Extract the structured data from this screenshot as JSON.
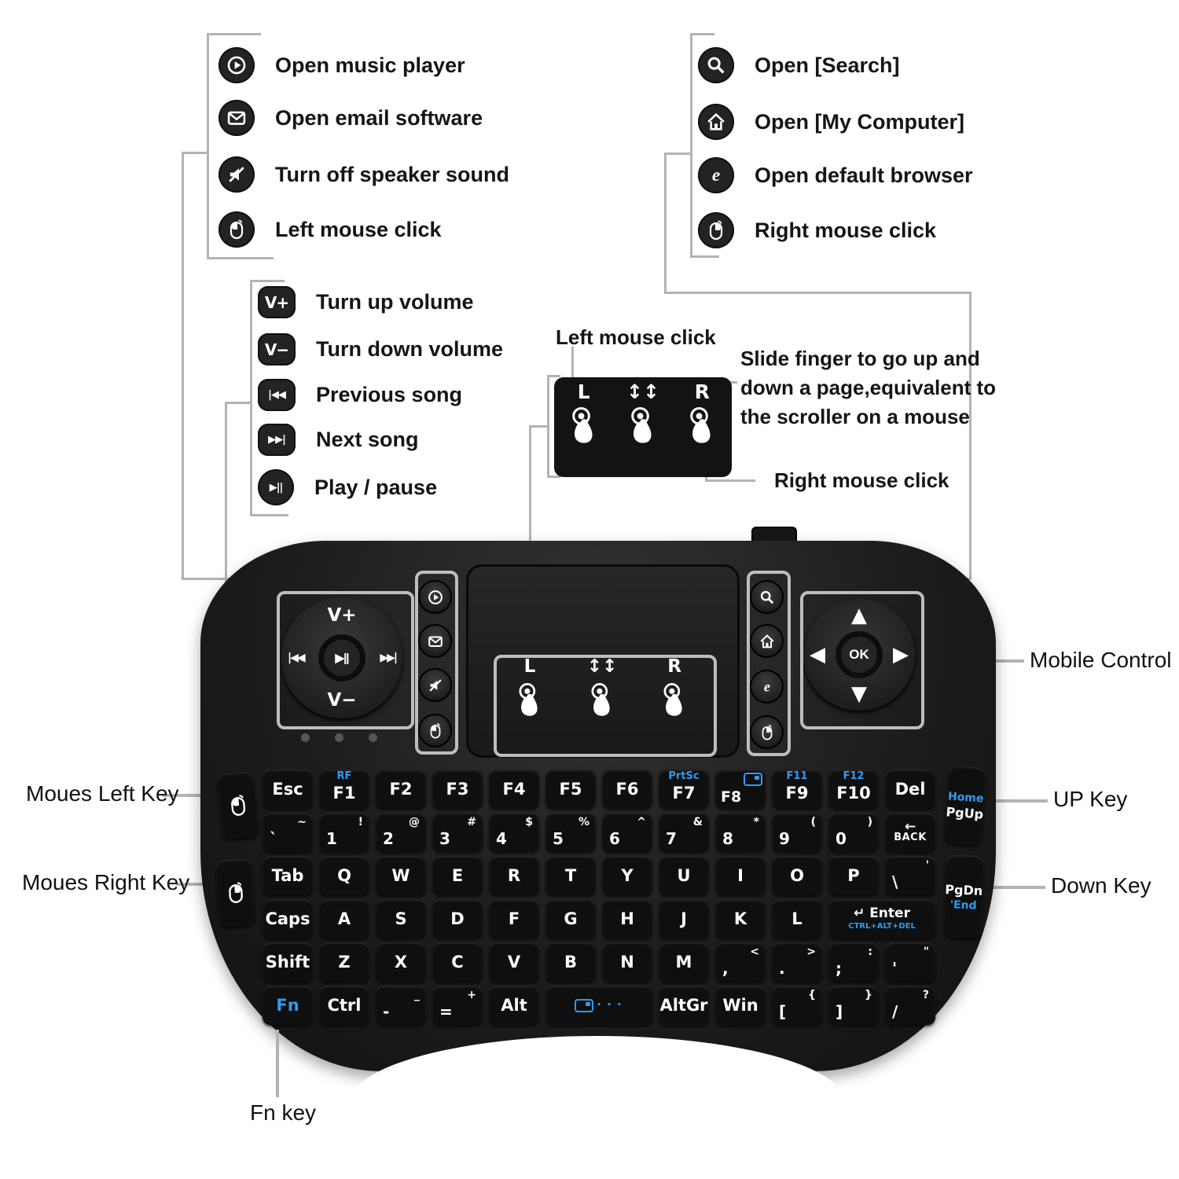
{
  "colors": {
    "accent_blue": "#2e9cf2",
    "connector_grey": "#b3b3b3",
    "highlight_box_grey": "#c6c6c6",
    "device_black": "#1d1d1d"
  },
  "legend_top_left": {
    "items": [
      {
        "icon": "music-player-icon",
        "label": "Open music player"
      },
      {
        "icon": "email-icon",
        "label": "Open email software"
      },
      {
        "icon": "mute-speaker-icon",
        "label": "Turn off speaker sound"
      },
      {
        "icon": "mouse-left-icon",
        "label": "Left mouse click"
      }
    ]
  },
  "legend_top_right": {
    "items": [
      {
        "icon": "search-icon",
        "label": "Open [Search]"
      },
      {
        "icon": "home-icon",
        "label": "Open [My Computer]"
      },
      {
        "icon": "browser-e-icon",
        "label": "Open default browser"
      },
      {
        "icon": "mouse-right-icon",
        "label": "Right mouse click"
      }
    ]
  },
  "legend_media": {
    "items": [
      {
        "icon": "volume-up-key-icon",
        "key_text": "V+",
        "label": "Turn up volume"
      },
      {
        "icon": "volume-down-key-icon",
        "key_text": "V−",
        "label": "Turn down volume"
      },
      {
        "icon": "previous-song-key-icon",
        "key_text": "|◀◀",
        "label": "Previous song"
      },
      {
        "icon": "next-song-key-icon",
        "key_text": "▶▶|",
        "label": "Next song"
      },
      {
        "icon": "play-pause-key-icon",
        "key_text": "▶||",
        "label": "Play / pause"
      }
    ]
  },
  "touch_diagram": {
    "left_label": "Left mouse click",
    "right_label": "Right mouse click",
    "scroll_note_lines": [
      "Slide finger to go up and",
      "down a page,equivalent to",
      "the scroller on a mouse"
    ],
    "zones": [
      {
        "letter": "L",
        "type": "tap"
      },
      {
        "letter": "↕↕",
        "type": "scroll"
      },
      {
        "letter": "R",
        "type": "tap"
      }
    ]
  },
  "side_labels": {
    "mouse_left": "Moues Left Key",
    "mouse_right": "Moues Right Key",
    "up": "UP Key",
    "down": "Down Key",
    "mobile": "Mobile Control",
    "fn": "Fn key"
  },
  "device": {
    "media_pad": {
      "up": "V+",
      "down": "V−",
      "prev": "|◀◀",
      "next": "▶▶|",
      "center": "▶||"
    },
    "nav_pad": {
      "up": "▲",
      "down": "▼",
      "left": "◀",
      "right": "▶",
      "center": "OK"
    },
    "shortcut_column_left": [
      "music-player",
      "email",
      "mute-speaker",
      "mouse-left"
    ],
    "shortcut_column_right": [
      "search",
      "home",
      "browser-e",
      "mouse-right"
    ],
    "touchpad_zones": [
      {
        "letter": "L",
        "type": "tap"
      },
      {
        "letter": "↕↕",
        "type": "scroll"
      },
      {
        "letter": "R",
        "type": "tap"
      }
    ],
    "led_count": 3
  },
  "keyboard": {
    "rows": [
      [
        {
          "m": "Esc"
        },
        {
          "m": "F1",
          "t": "RF"
        },
        {
          "m": "F2"
        },
        {
          "m": "F3"
        },
        {
          "m": "F4"
        },
        {
          "m": "F5"
        },
        {
          "m": "F6"
        },
        {
          "m": "F7",
          "t": "PrtSc"
        },
        {
          "m": "F8",
          "icon": "touchpad"
        },
        {
          "m": "F9",
          "t": "F11"
        },
        {
          "m": "F10",
          "t": "F12"
        },
        {
          "m": "Del"
        }
      ],
      [
        {
          "m": "`",
          "s": "~"
        },
        {
          "m": "1",
          "s": "!"
        },
        {
          "m": "2",
          "s": "@"
        },
        {
          "m": "3",
          "s": "#"
        },
        {
          "m": "4",
          "s": "$"
        },
        {
          "m": "5",
          "s": "%"
        },
        {
          "m": "6",
          "s": "^"
        },
        {
          "m": "7",
          "s": "&"
        },
        {
          "m": "8",
          "s": "*"
        },
        {
          "m": "9",
          "s": "("
        },
        {
          "m": "0",
          "s": ")"
        },
        {
          "m": "BACK",
          "arrow": "←"
        }
      ],
      [
        {
          "m": "Tab"
        },
        {
          "m": "Q"
        },
        {
          "m": "W"
        },
        {
          "m": "E"
        },
        {
          "m": "R"
        },
        {
          "m": "T"
        },
        {
          "m": "Y"
        },
        {
          "m": "U"
        },
        {
          "m": "I"
        },
        {
          "m": "O"
        },
        {
          "m": "P"
        },
        {
          "m": "\\",
          "s": "'"
        }
      ],
      [
        {
          "m": "Caps"
        },
        {
          "m": "A"
        },
        {
          "m": "S"
        },
        {
          "m": "D"
        },
        {
          "m": "F"
        },
        {
          "m": "G"
        },
        {
          "m": "H"
        },
        {
          "m": "J"
        },
        {
          "m": "K"
        },
        {
          "m": "L"
        },
        {
          "m": "↵ Enter",
          "sub": "CTRL+ALT+DEL",
          "enter": true,
          "w": 136
        }
      ],
      [
        {
          "m": "Shift"
        },
        {
          "m": "Z"
        },
        {
          "m": "X"
        },
        {
          "m": "C"
        },
        {
          "m": "V"
        },
        {
          "m": "B"
        },
        {
          "m": "N"
        },
        {
          "m": "M"
        },
        {
          "m": ",",
          "s": "<"
        },
        {
          "m": ".",
          "s": ">"
        },
        {
          "m": ";",
          "s": ":"
        },
        {
          "m": "'",
          "s": "\""
        }
      ],
      [
        {
          "m": "Fn",
          "blue": true
        },
        {
          "m": "Ctrl"
        },
        {
          "m": "-",
          "s": "_"
        },
        {
          "m": "=",
          "s": "+"
        },
        {
          "m": "Alt"
        },
        {
          "m": "",
          "space": true,
          "icon": "touchpad",
          "dots": "• • •",
          "w": 136,
          "n": "space"
        },
        {
          "m": "AltGr"
        },
        {
          "m": "Win"
        },
        {
          "m": "[",
          "s": "{"
        },
        {
          "m": "]",
          "s": "}"
        },
        {
          "m": "/",
          "s": "?"
        }
      ]
    ],
    "side_right": [
      {
        "top": "Home",
        "top_blue": true,
        "main": "PgUp"
      },
      {
        "main": "PgDn",
        "bottom": "'End",
        "bottom_blue": true
      }
    ],
    "side_left_icons": [
      "mouse-left",
      "mouse-right"
    ]
  }
}
